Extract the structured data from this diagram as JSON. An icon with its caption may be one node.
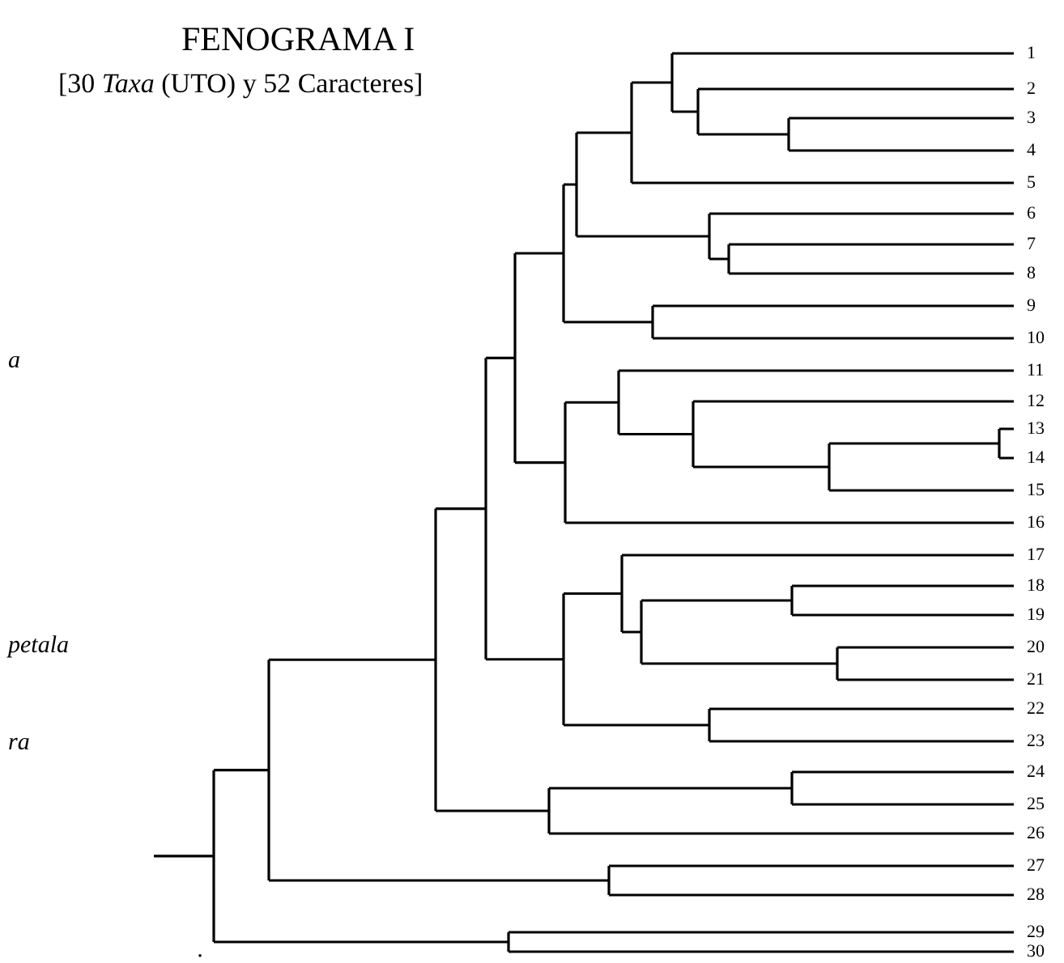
{
  "diagram": {
    "title": "FENOGRAMA I",
    "labels": [
      "[30 *Taxa* (UTO) y 52 Caracteres]",
      "1",
      "2",
      "3",
      "4",
      "5",
      "6",
      "7",
      "8",
      "9",
      "10",
      "11",
      "12",
      "13",
      "14",
      "15",
      "16",
      "17",
      "18",
      "19",
      "20",
      "21",
      "22",
      "23",
      "24",
      "25",
      "26",
      "27",
      "28",
      "29",
      "30",
      "a",
      "petala",
      "ra",
      "."
    ]
  }
}
